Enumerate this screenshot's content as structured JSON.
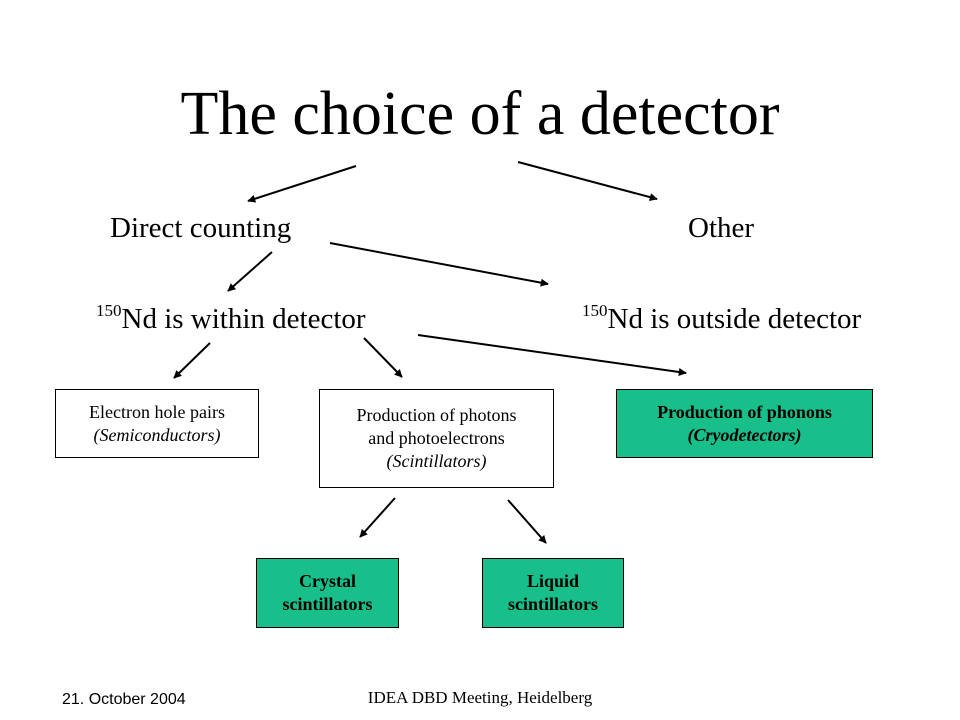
{
  "title": "The choice of a detector",
  "level1": {
    "left": "Direct counting",
    "right": "Other"
  },
  "level2": {
    "left": {
      "sup": "150",
      "text": "Nd is within detector"
    },
    "right": {
      "sup": "150",
      "text": "Nd is outside detector"
    }
  },
  "boxes": {
    "electron_hole": {
      "line1": "Electron hole pairs",
      "line2": "(Semiconductors)"
    },
    "photons": {
      "line1": "Production of photons",
      "line2": "and photoelectrons",
      "line3": "(Scintillators)"
    },
    "phonons": {
      "line1": "Production of phonons",
      "line2": "(Cryodetectors)"
    },
    "crystal": {
      "line1": "Crystal",
      "line2": "scintillators"
    },
    "liquid": {
      "line1": "Liquid",
      "line2": "scintillators"
    }
  },
  "footer": {
    "date": "21. October 2004",
    "meeting": "IDEA DBD Meeting, Heidelberg"
  },
  "colors": {
    "highlight_box": "#19bf8a",
    "text": "#000000",
    "background": "#ffffff"
  }
}
